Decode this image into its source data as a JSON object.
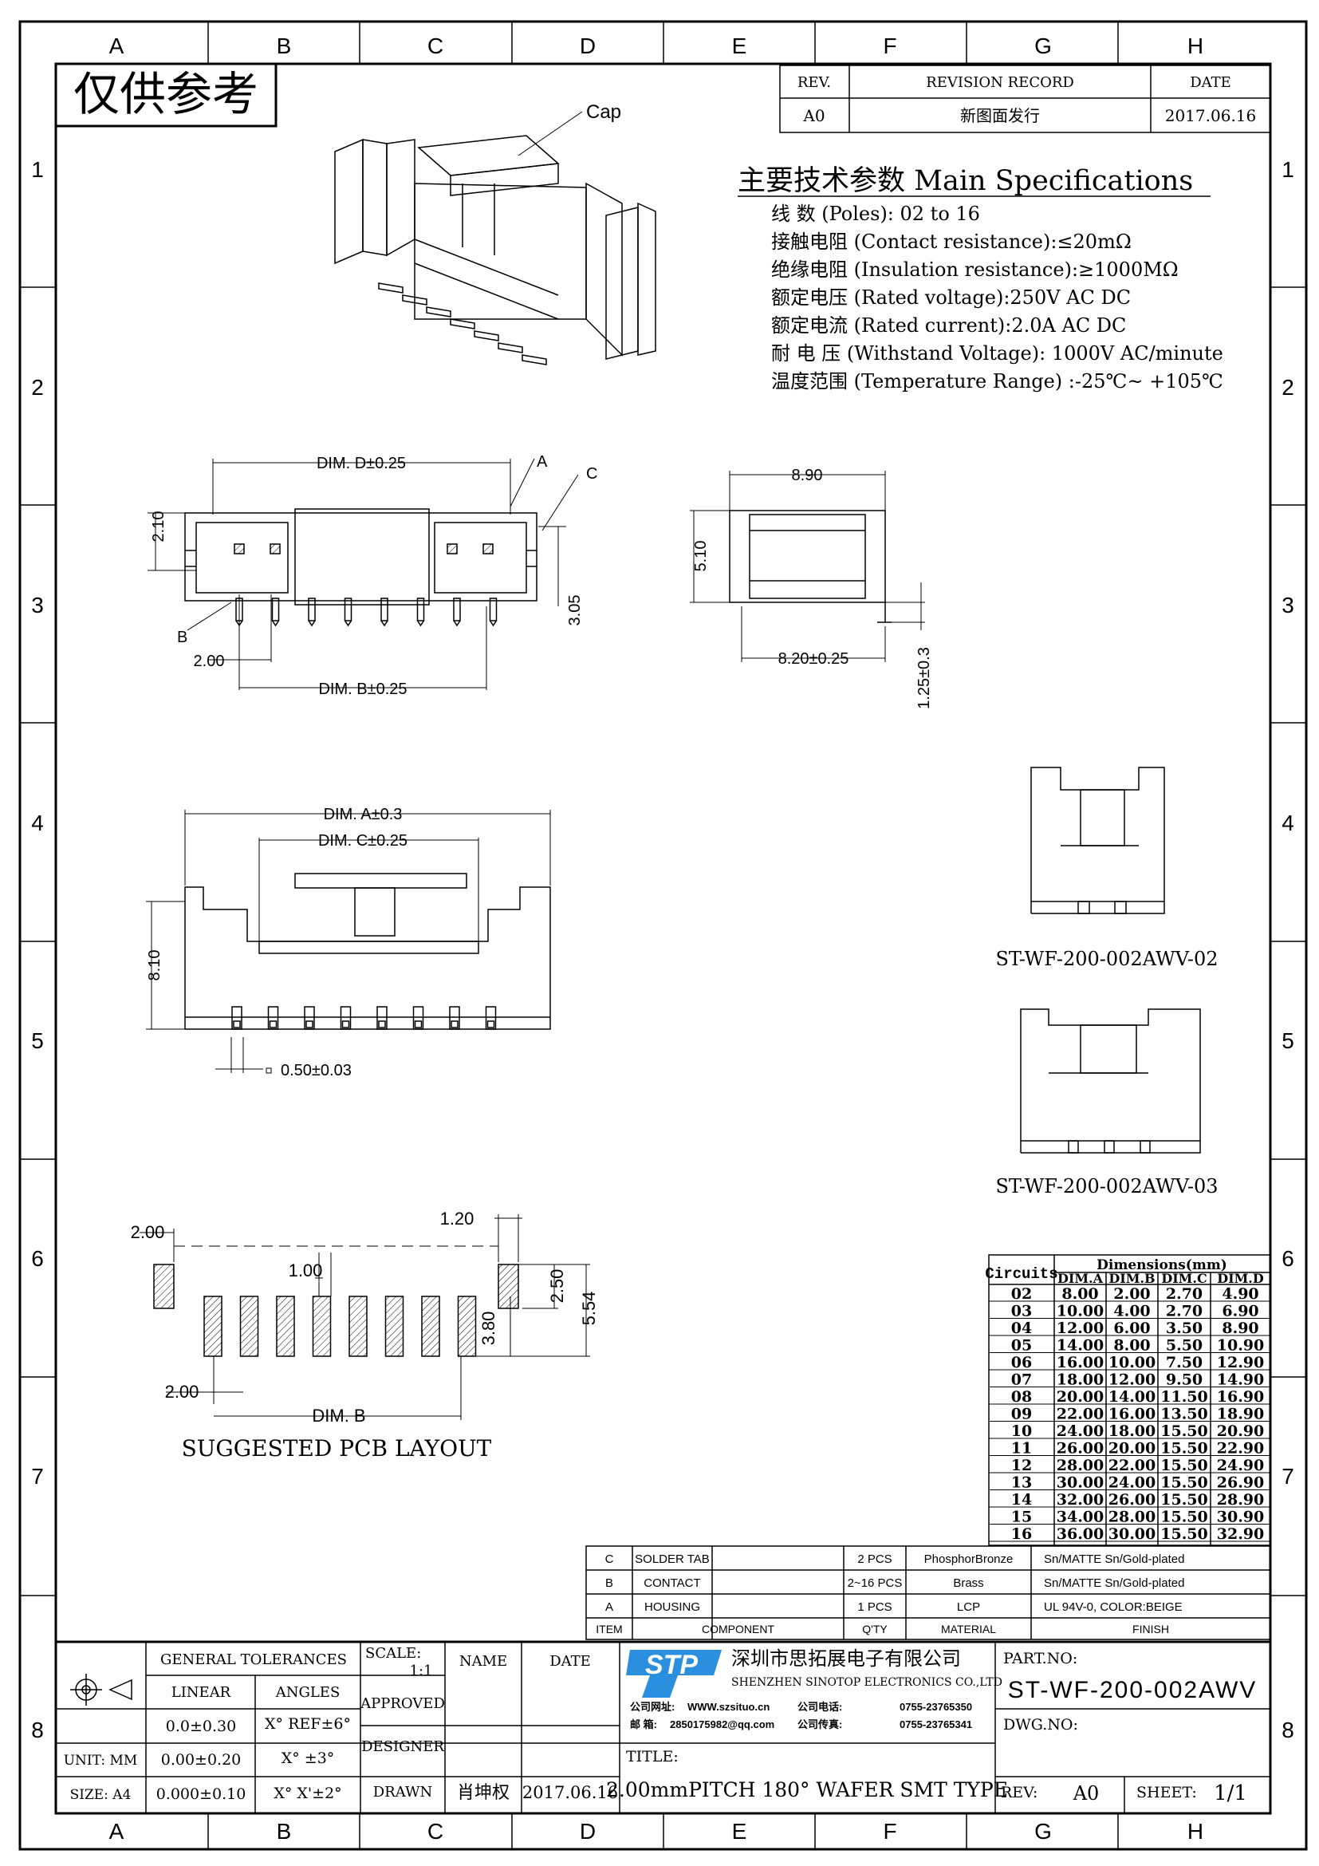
{
  "stamp": "仅供参考",
  "grid": {
    "columns": [
      "A",
      "B",
      "C",
      "D",
      "E",
      "F",
      "G",
      "H"
    ],
    "rows": [
      "1",
      "2",
      "3",
      "4",
      "5",
      "6",
      "7",
      "8"
    ]
  },
  "revision": {
    "headers": [
      "REV.",
      "REVISION RECORD",
      "DATE"
    ],
    "row": [
      "A0",
      "新图面发行",
      "2017.06.16"
    ]
  },
  "specs": {
    "title": "主要技术参数 Main Specifications",
    "lines": [
      "线    数 (Poles): 02 to 16",
      "接触电阻 (Contact resistance):≤20mΩ",
      "绝缘电阻 (Insulation resistance):≥1000MΩ",
      "额定电压 (Rated voltage):250V AC DC",
      "额定电流 (Rated current):2.0A AC DC",
      "耐 电 压 (Withstand Voltage): 1000V AC/minute",
      "温度范围 (Temperature Range) :-25℃~ +105℃"
    ]
  },
  "labels": {
    "cap": "Cap",
    "dim_d": "DIM. D±0.25",
    "dim_b": "DIM. B±0.25",
    "a": "A",
    "b": "B",
    "c": "C",
    "d210": "2.10",
    "d305": "3.05",
    "d200": "2.00",
    "d890": "8.90",
    "d510": "5.10",
    "d820": "8.20±0.25",
    "d125": "1.25±0.3",
    "dim_a": "DIM. A±0.3",
    "dim_c": "DIM. C±0.25",
    "d810": "8.10",
    "d050": "0.50±0.03",
    "p200a": "2.00",
    "p120": "1.20",
    "p100": "1.00",
    "p250": "2.50",
    "p554": "5.54",
    "p380": "3.80",
    "p200b": "2.00",
    "p_dimb": "DIM. B",
    "pcb_title": "SUGGESTED PCB LAYOUT",
    "view02": "ST-WF-200-002AWV-02",
    "view03": "ST-WF-200-002AWV-03"
  },
  "dim_table": {
    "circuits_header": "Circuits",
    "dims_header": "Dimensions(mm)",
    "columns": [
      "DIM.A",
      "DIM.B",
      "DIM.C",
      "DIM.D"
    ],
    "rows": [
      [
        "02",
        "8.00",
        "2.00",
        "2.70",
        "4.90"
      ],
      [
        "03",
        "10.00",
        "4.00",
        "2.70",
        "6.90"
      ],
      [
        "04",
        "12.00",
        "6.00",
        "3.50",
        "8.90"
      ],
      [
        "05",
        "14.00",
        "8.00",
        "5.50",
        "10.90"
      ],
      [
        "06",
        "16.00",
        "10.00",
        "7.50",
        "12.90"
      ],
      [
        "07",
        "18.00",
        "12.00",
        "9.50",
        "14.90"
      ],
      [
        "08",
        "20.00",
        "14.00",
        "11.50",
        "16.90"
      ],
      [
        "09",
        "22.00",
        "16.00",
        "13.50",
        "18.90"
      ],
      [
        "10",
        "24.00",
        "18.00",
        "15.50",
        "20.90"
      ],
      [
        "11",
        "26.00",
        "20.00",
        "15.50",
        "22.90"
      ],
      [
        "12",
        "28.00",
        "22.00",
        "15.50",
        "24.90"
      ],
      [
        "13",
        "30.00",
        "24.00",
        "15.50",
        "26.90"
      ],
      [
        "14",
        "32.00",
        "26.00",
        "15.50",
        "28.90"
      ],
      [
        "15",
        "34.00",
        "28.00",
        "15.50",
        "30.90"
      ],
      [
        "16",
        "36.00",
        "30.00",
        "15.50",
        "32.90"
      ]
    ]
  },
  "bom": {
    "rows": [
      [
        "C",
        "SOLDER TAB",
        "2 PCS",
        "PhosphorBronze",
        "Sn/MATTE Sn/Gold-plated"
      ],
      [
        "B",
        "CONTACT",
        "2~16 PCS",
        "Brass",
        "Sn/MATTE Sn/Gold-plated"
      ],
      [
        "A",
        "HOUSING",
        "1 PCS",
        "LCP",
        "UL 94V-0, COLOR:BEIGE"
      ]
    ],
    "headers": [
      "ITEM",
      "COMPONENT",
      "Q'TY",
      "MATERIAL",
      "FINISH"
    ]
  },
  "title_block": {
    "general_tolerances": "GENERAL TOLERANCES",
    "linear": "LINEAR",
    "angles": "ANGLES",
    "tol_rows": [
      [
        "0.0±0.30",
        "X° REF±6°"
      ],
      [
        "0.00±0.20",
        "X° ±3°"
      ],
      [
        "0.000±0.10",
        "X° X'±2°"
      ]
    ],
    "unit": "UNIT: MM",
    "size": "SIZE: A4",
    "scale_label": "SCALE:",
    "scale": "1:1",
    "name": "NAME",
    "date": "DATE",
    "approved": "APPROVED",
    "designer": "DESIGNER",
    "drawn": "DRAWN",
    "drawn_name": "肖坤权",
    "drawn_date": "2017.06.16",
    "company_logo": "STP",
    "company_cn": "深圳市思拓展电子有限公司",
    "company_en": "SHENZHEN SINOTOP ELECTRONICS CO.,LTD",
    "website_label": "公司网址:",
    "website": "WWW.szsituo.cn",
    "phone_label": "公司电话:",
    "phone": "0755-23765350",
    "email_label": "邮    箱:",
    "email": "2850175982@qq.com",
    "fax_label": "公司传真:",
    "fax": "0755-23765341",
    "title_label": "TITLE:",
    "title": "2.00mmPITCH 180° WAFER SMT TYPE",
    "part_no_label": "PART.NO:",
    "part_no": "ST-WF-200-002AWV",
    "dwg_no_label": "DWG.NO:",
    "rev_label": "REV:",
    "rev": "A0",
    "sheet_label": "SHEET:",
    "sheet": "1/1"
  }
}
